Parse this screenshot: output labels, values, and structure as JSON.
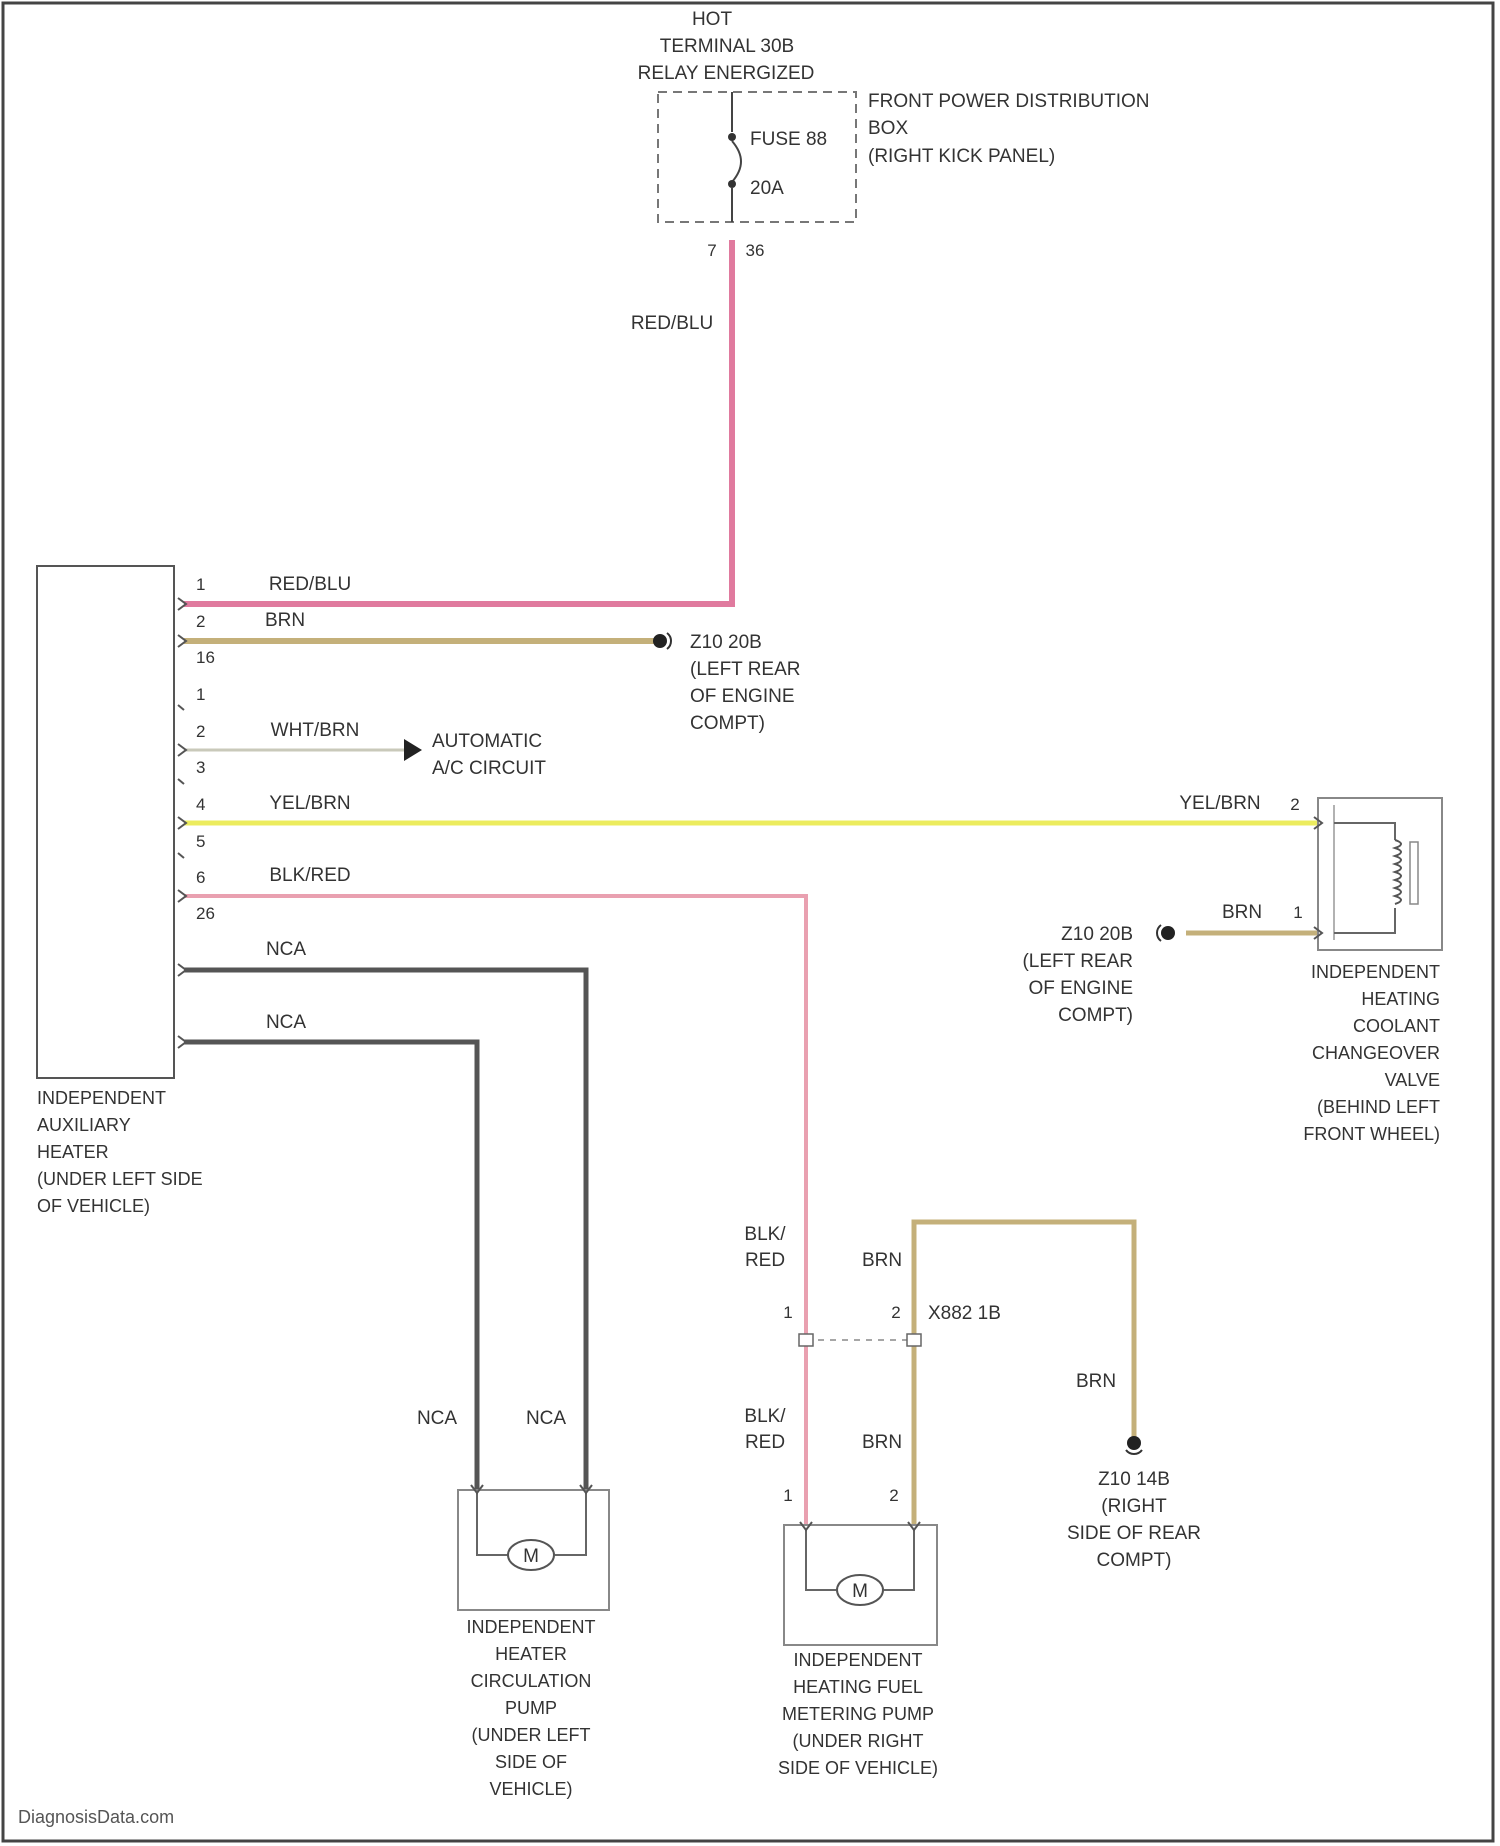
{
  "colors": {
    "red_blu": "#e07a9e",
    "brn": "#c4b07a",
    "wht_brn": "#c9c9ba",
    "yel_brn": "#ecec5e",
    "blk_red": "#e9a0b0",
    "nca": "#555555",
    "outline": "#555555"
  },
  "source": {
    "line1": "HOT",
    "line2": "TERMINAL 30B",
    "line3": "RELAY ENERGIZED"
  },
  "power_box": {
    "name_line1": "FRONT POWER DISTRIBUTION",
    "name_line2": "BOX",
    "name_line3": "(RIGHT KICK PANEL)",
    "fuse_label": "FUSE 88",
    "fuse_rating": "20A",
    "pin_left": "7",
    "pin_right": "36"
  },
  "heater": {
    "name": [
      "INDEPENDENT",
      "AUXILIARY",
      "HEATER",
      "(UNDER LEFT SIDE",
      "OF VEHICLE)"
    ],
    "pins": {
      "p1": "1",
      "p2": "2",
      "p16": "16",
      "pb1": "1",
      "pb2": "2",
      "pb3": "3",
      "pb4": "4",
      "pb5": "5",
      "pb6": "6",
      "pb26": "26"
    }
  },
  "wires": {
    "red_blu_upper": "RED/BLU",
    "red_blu": "RED/BLU",
    "brn": "BRN",
    "wht_brn": "WHT/BRN",
    "yel_brn": "YEL/BRN",
    "yel_brn_right": "YEL/BRN",
    "blk_red": "BLK/RED",
    "nca1": "NCA",
    "nca2": "NCA",
    "nca_pump_left": "NCA",
    "nca_pump_right": "NCA",
    "valve_brn": "BRN",
    "blk_upper_1": "BLK/",
    "blk_upper_2": "RED",
    "blk_lower_1": "BLK/",
    "blk_lower_2": "RED",
    "brn_upper": "BRN",
    "brn_lower": "BRN",
    "brn_ground": "BRN"
  },
  "ground_left_rear": {
    "id": "Z10 20B",
    "lines": [
      "(LEFT REAR",
      "OF ENGINE",
      "COMPT)"
    ]
  },
  "ac_circuit": {
    "line1": "AUTOMATIC",
    "line2": "A/C CIRCUIT"
  },
  "valve": {
    "pin_top": "2",
    "pin_bottom": "1",
    "name": [
      "INDEPENDENT",
      "HEATING",
      "COOLANT",
      "CHANGEOVER",
      "VALVE",
      "(BEHIND LEFT",
      "FRONT WHEEL)"
    ]
  },
  "ground_valve": {
    "id": "Z10 20B",
    "lines": [
      "(LEFT REAR",
      "OF ENGINE",
      "COMPT)"
    ]
  },
  "connector": {
    "id": "X882 1B",
    "pin_left": "1",
    "pin_right": "2"
  },
  "metering_pump": {
    "pin_left": "1",
    "pin_right": "2",
    "symbol": "M",
    "name": [
      "INDEPENDENT",
      "HEATING FUEL",
      "METERING PUMP",
      "(UNDER RIGHT",
      "SIDE OF VEHICLE)"
    ]
  },
  "circ_pump": {
    "symbol": "M",
    "name": [
      "INDEPENDENT",
      "HEATER",
      "CIRCULATION",
      "PUMP",
      "(UNDER LEFT",
      "SIDE OF",
      "VEHICLE)"
    ]
  },
  "ground_rear": {
    "id": "Z10 14B",
    "lines": [
      "(RIGHT",
      "SIDE OF REAR",
      "COMPT)"
    ]
  },
  "watermark": "DiagnosisData.com"
}
